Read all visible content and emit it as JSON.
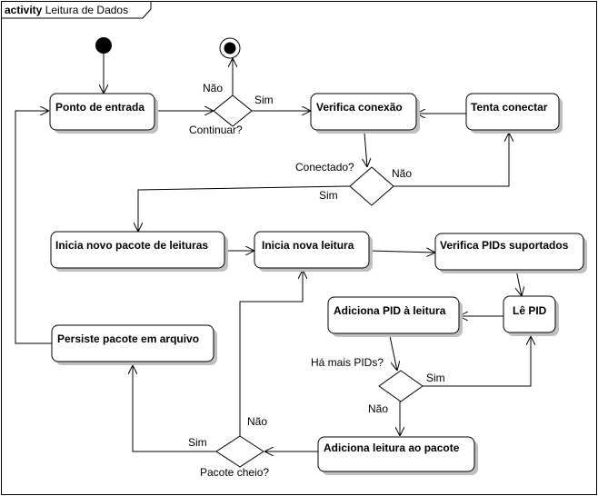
{
  "diagram": {
    "kind_keyword": "activity",
    "name": "Leitura de Dados"
  },
  "nodes": {
    "ponto_entrada": "Ponto de entrada",
    "verifica_conexao": "Verifica conexão",
    "tenta_conectar": "Tenta conectar",
    "inicia_pacote": "Inicia novo pacote de leituras",
    "inicia_leitura": "Inicia nova leitura",
    "verifica_pids": "Verifica PIDs suportados",
    "adiciona_pid": "Adiciona PID à leitura",
    "le_pid": "Lê PID",
    "persiste_pacote": "Persiste pacote em arquivo",
    "adiciona_leitura": "Adiciona leitura ao pacote"
  },
  "decisions": {
    "continuar": "Continuar?",
    "conectado": "Conectado?",
    "mais_pids": "Há mais PIDs?",
    "pacote_cheio": "Pacote cheio?"
  },
  "guards": {
    "continuar_nao": "Não",
    "continuar_sim": "Sim",
    "conectado_nao": "Não",
    "conectado_sim": "Sim",
    "mais_pids_sim": "Sim",
    "mais_pids_nao": "Não",
    "pacote_cheio_nao": "Não",
    "pacote_cheio_sim": "Sim"
  }
}
